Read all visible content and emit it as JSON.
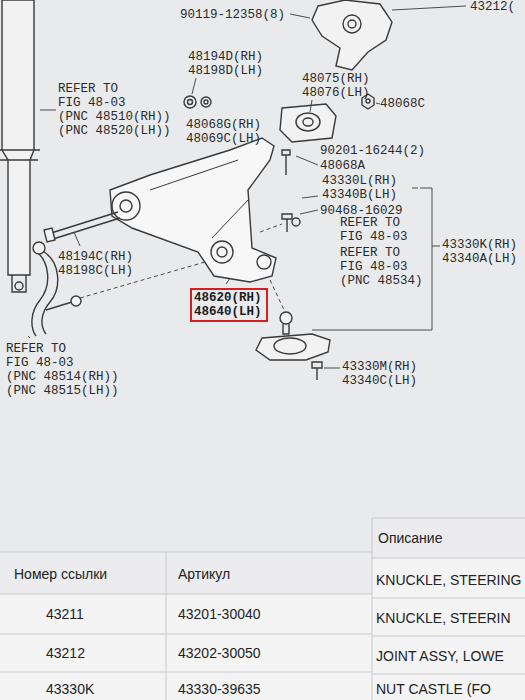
{
  "diagram": {
    "nodes": [
      {
        "text": [
          "48620(RH)",
          "48640(LH)"
        ]
      }
    ],
    "labels": [
      "90119-12358(8)",
      "43212(",
      "48194D(RH)",
      "48198D(LH)",
      "REFER TO",
      "FIG 48-03",
      "(PNC 48510(RH))",
      "(PNC 48520(LH))",
      "48075(RH)",
      "48076(LH)",
      "48068C",
      "48068G(RH)",
      "48069C(LH)",
      "90201-16244(2)",
      "48068A",
      "43330L(RH)",
      "43340B(LH)",
      "90468-16029",
      "REFER TO",
      "FIG 48-03",
      "REFER TO",
      "FIG 48-03",
      "(PNC 48534)",
      "43330K(RH)",
      "43340A(LH)",
      "48194C(RH)",
      "48198C(LH)",
      "REFER TO",
      "FIG 48-03",
      "(PNC 48514(RH))",
      "(PNC 48515(LH))",
      "43330M(RH)",
      "43340C(LH)",
      "Номер ссылки",
      "Артикул",
      "Описание",
      "43211",
      "43201-30040",
      "KNUCKLE, STEERING",
      "43212",
      "43202-30050",
      "KNUCKLE, STEERIN",
      "JOINT ASSY, LOWE",
      "43330K",
      "43330-39635",
      "NUT CASTLE (FO"
    ]
  }
}
